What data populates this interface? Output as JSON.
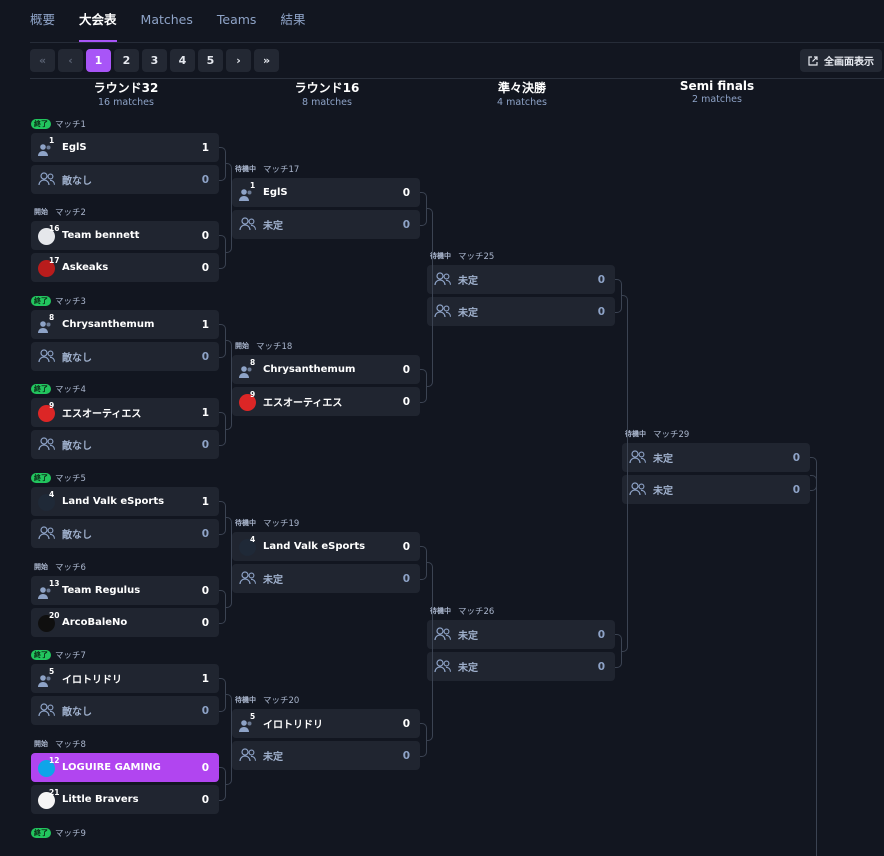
{
  "tabs": [
    "概要",
    "大会表",
    "Matches",
    "Teams",
    "結果"
  ],
  "pager": {
    "first": "«",
    "prev": "‹",
    "pages": [
      "1",
      "2",
      "3",
      "4",
      "5"
    ],
    "next": "›",
    "last": "»"
  },
  "fullscreen_label": "全画面表示",
  "rounds": [
    {
      "title": "ラウンド32",
      "subtitle": "16 matches"
    },
    {
      "title": "ラウンド16",
      "subtitle": "8 matches"
    },
    {
      "title": "準々決勝",
      "subtitle": "4 matches"
    },
    {
      "title": "Semi finals",
      "subtitle": "2 matches"
    }
  ],
  "statuses": {
    "done": "終了",
    "started": "開始",
    "waiting": "待機中"
  },
  "colors": {
    "accent": "#a855f7",
    "done": "#22c55e",
    "started": "#06b6d4",
    "waiting": "#3b4455"
  },
  "matches": [
    {
      "label": "マッチ1",
      "status": "done",
      "teams": [
        {
          "name": "EglS",
          "seed": "1",
          "score": "1",
          "icon": "user-group-icon"
        },
        {
          "name": "敵なし",
          "score": "0",
          "tbd": true
        }
      ]
    },
    {
      "label": "マッチ2",
      "status": "started",
      "teams": [
        {
          "name": "Team bennett",
          "seed": "16",
          "score": "0",
          "icon": "team-logo",
          "logo_color": "#e5e7eb"
        },
        {
          "name": "Askeaks",
          "seed": "17",
          "score": "0",
          "icon": "team-logo",
          "logo_color": "#b91c1c"
        }
      ]
    },
    {
      "label": "マッチ3",
      "status": "done",
      "teams": [
        {
          "name": "Chrysanthemum",
          "seed": "8",
          "score": "1",
          "icon": "user-group-icon"
        },
        {
          "name": "敵なし",
          "score": "0",
          "tbd": true
        }
      ]
    },
    {
      "label": "マッチ4",
      "status": "done",
      "teams": [
        {
          "name": "エスオーティエス",
          "seed": "9",
          "score": "1",
          "icon": "team-logo",
          "logo_color": "#dc2626"
        },
        {
          "name": "敵なし",
          "score": "0",
          "tbd": true
        }
      ]
    },
    {
      "label": "マッチ5",
      "status": "done",
      "teams": [
        {
          "name": "Land Valk eSports",
          "seed": "4",
          "score": "1",
          "icon": "team-logo",
          "logo_color": "#1f2937"
        },
        {
          "name": "敵なし",
          "score": "0",
          "tbd": true
        }
      ]
    },
    {
      "label": "マッチ6",
      "status": "started",
      "teams": [
        {
          "name": "Team Regulus",
          "seed": "13",
          "score": "0",
          "icon": "user-group-icon"
        },
        {
          "name": "ArcoBaleNo",
          "seed": "20",
          "score": "0",
          "icon": "team-logo",
          "logo_color": "#0f0f0f"
        }
      ]
    },
    {
      "label": "マッチ7",
      "status": "done",
      "teams": [
        {
          "name": "イロトリドリ",
          "seed": "5",
          "score": "1",
          "icon": "user-group-icon"
        },
        {
          "name": "敵なし",
          "score": "0",
          "tbd": true
        }
      ]
    },
    {
      "label": "マッチ8",
      "status": "started",
      "teams": [
        {
          "name": "LOGUIRE GAMING",
          "seed": "12",
          "score": "0",
          "icon": "team-logo",
          "logo_color": "#0ea5e9",
          "highlighted": true
        },
        {
          "name": "Little Bravers",
          "seed": "21",
          "score": "0",
          "icon": "team-logo",
          "logo_color": "#f5f5f5"
        }
      ]
    },
    {
      "label": "マッチ9",
      "status": "done",
      "teams": []
    },
    {
      "label": "マッチ17",
      "status": "waiting",
      "teams": [
        {
          "name": "EglS",
          "seed": "1",
          "score": "0",
          "icon": "user-group-icon"
        },
        {
          "name": "未定",
          "score": "0",
          "tbd": true
        }
      ]
    },
    {
      "label": "マッチ18",
      "status": "started",
      "teams": [
        {
          "name": "Chrysanthemum",
          "seed": "8",
          "score": "0",
          "icon": "user-group-icon"
        },
        {
          "name": "エスオーティエス",
          "seed": "9",
          "score": "0",
          "icon": "team-logo",
          "logo_color": "#dc2626"
        }
      ]
    },
    {
      "label": "マッチ19",
      "status": "waiting",
      "teams": [
        {
          "name": "Land Valk eSports",
          "seed": "4",
          "score": "0",
          "icon": "team-logo",
          "logo_color": "#1f2937"
        },
        {
          "name": "未定",
          "score": "0",
          "tbd": true
        }
      ]
    },
    {
      "label": "マッチ20",
      "status": "waiting",
      "teams": [
        {
          "name": "イロトリドリ",
          "seed": "5",
          "score": "0",
          "icon": "user-group-icon"
        },
        {
          "name": "未定",
          "score": "0",
          "tbd": true
        }
      ]
    },
    {
      "label": "マッチ25",
      "status": "waiting",
      "teams": [
        {
          "name": "未定",
          "score": "0",
          "tbd": true
        },
        {
          "name": "未定",
          "score": "0",
          "tbd": true
        }
      ]
    },
    {
      "label": "マッチ26",
      "status": "waiting",
      "teams": [
        {
          "name": "未定",
          "score": "0",
          "tbd": true
        },
        {
          "name": "未定",
          "score": "0",
          "tbd": true
        }
      ]
    },
    {
      "label": "マッチ29",
      "status": "waiting",
      "teams": [
        {
          "name": "未定",
          "score": "0",
          "tbd": true
        },
        {
          "name": "未定",
          "score": "0",
          "tbd": true
        }
      ]
    }
  ]
}
